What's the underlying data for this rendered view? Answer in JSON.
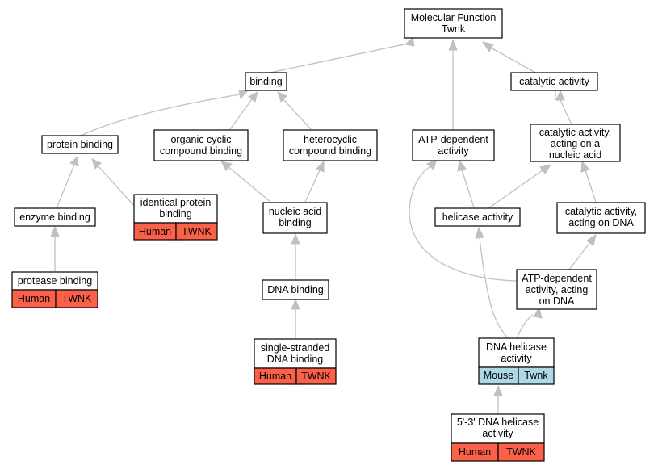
{
  "colors": {
    "human": "#fb6049",
    "mouse": "#add8e6"
  },
  "nodes": {
    "molecular_function": {
      "lines": [
        "Molecular Function",
        "Twnk"
      ]
    },
    "binding": {
      "lines": [
        "binding"
      ]
    },
    "catalytic_activity": {
      "lines": [
        "catalytic activity"
      ]
    },
    "protein_binding": {
      "lines": [
        "protein binding"
      ]
    },
    "organic_cyclic": {
      "lines": [
        "organic cyclic",
        "compound binding"
      ]
    },
    "heterocyclic": {
      "lines": [
        "heterocyclic",
        "compound binding"
      ]
    },
    "atp_dependent": {
      "lines": [
        "ATP-dependent",
        "activity"
      ]
    },
    "catalytic_nucleic": {
      "lines": [
        "catalytic activity,",
        "acting on a",
        "nucleic acid"
      ]
    },
    "enzyme_binding": {
      "lines": [
        "enzyme binding"
      ]
    },
    "identical_protein": {
      "lines": [
        "identical protein",
        "binding"
      ],
      "tags": [
        "Human",
        "TWNK"
      ]
    },
    "nucleic_acid_binding": {
      "lines": [
        "nucleic acid",
        "binding"
      ]
    },
    "helicase_activity": {
      "lines": [
        "helicase activity"
      ]
    },
    "catalytic_dna": {
      "lines": [
        "catalytic activity,",
        "acting on DNA"
      ]
    },
    "protease_binding": {
      "lines": [
        "protease binding"
      ],
      "tags": [
        "Human",
        "TWNK"
      ]
    },
    "dna_binding": {
      "lines": [
        "DNA binding"
      ]
    },
    "atp_dependent_dna": {
      "lines": [
        "ATP-dependent",
        "activity, acting",
        "on DNA"
      ]
    },
    "ss_dna_binding": {
      "lines": [
        "single-stranded",
        "DNA binding"
      ],
      "tags": [
        "Human",
        "TWNK"
      ]
    },
    "dna_helicase": {
      "lines": [
        "DNA helicase",
        "activity"
      ],
      "tags": [
        "Mouse",
        "Twnk"
      ]
    },
    "helicase_53": {
      "lines": [
        "5'-3' DNA helicase",
        "activity"
      ],
      "tags": [
        "Human",
        "TWNK"
      ]
    }
  }
}
